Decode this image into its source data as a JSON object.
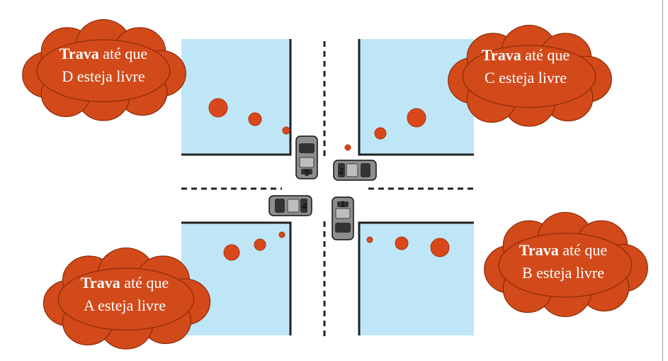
{
  "colors": {
    "block_fill": "#bfe6f6",
    "block_edge": "#222222",
    "cloud_fill": "#d24a1a",
    "cloud_stroke": "#8c2a08",
    "bubble_fill": "#d9481a",
    "car_body": "#8d8d8d",
    "text": "#ffffff"
  },
  "clouds": [
    {
      "id": "top-left",
      "bold": "Trava",
      "rest": " até que",
      "line2": "D esteja livre"
    },
    {
      "id": "top-right",
      "bold": "Trava",
      "rest": " até que",
      "line2": "C esteja livre"
    },
    {
      "id": "bottom-left",
      "bold": "Trava",
      "rest": " até que",
      "line2": "A esteja livre"
    },
    {
      "id": "bottom-right",
      "bold": "Trava",
      "rest": " até que",
      "line2": "B esteja livre"
    }
  ],
  "cars": [
    {
      "id": "car-1",
      "label": "1"
    },
    {
      "id": "car-2",
      "label": "2"
    },
    {
      "id": "car-3",
      "label": "3"
    },
    {
      "id": "car-4",
      "label": "4"
    }
  ]
}
